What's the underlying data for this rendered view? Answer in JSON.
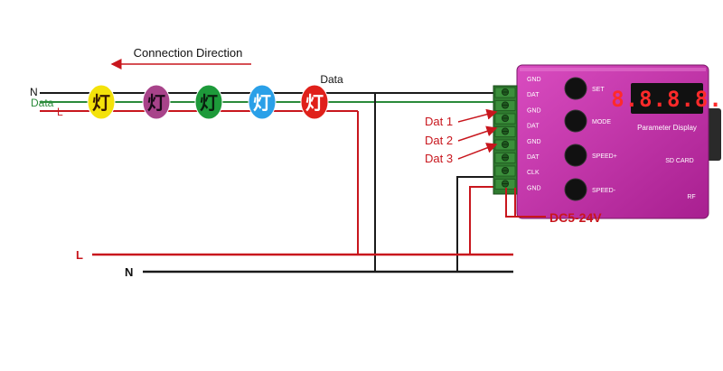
{
  "colors": {
    "wire_black": "#1a1a1a",
    "wire_red": "#c8161d",
    "wire_green": "#2a8a3a",
    "controller_body": "#c02aa6",
    "terminal": "#2f7a2f"
  },
  "labels": {
    "connection_direction": "Connection Direction",
    "data_top": "Data",
    "wire_n": "N",
    "wire_data": "Data",
    "wire_l": "L",
    "bus_l": "L",
    "bus_n": "N",
    "dat1": "Dat 1",
    "dat2": "Dat 2",
    "dat3": "Dat 3",
    "power": "DC5-24V"
  },
  "bulbs": [
    {
      "glyph": "灯",
      "fill": "#f4e20a",
      "text": "#3a1a00"
    },
    {
      "glyph": "灯",
      "fill": "#a8438a",
      "text": "#1a0a18"
    },
    {
      "glyph": "灯",
      "fill": "#1d9a3a",
      "text": "#0a2010"
    },
    {
      "glyph": "灯",
      "fill": "#2aa0e8",
      "text": "#ffffff"
    },
    {
      "glyph": "灯",
      "fill": "#e0201a",
      "text": "#ffffff"
    }
  ],
  "controller": {
    "pins": [
      "GND",
      "DAT",
      "GND",
      "DAT",
      "GND",
      "DAT",
      "CLK",
      "GND"
    ],
    "buttons": [
      "SET",
      "MODE",
      "SPEED+",
      "SPEED-"
    ],
    "display_value": "8.8.8.8.",
    "display_label": "Parameter Display",
    "sd_label": "SD CARD",
    "rf_label": "RF"
  }
}
